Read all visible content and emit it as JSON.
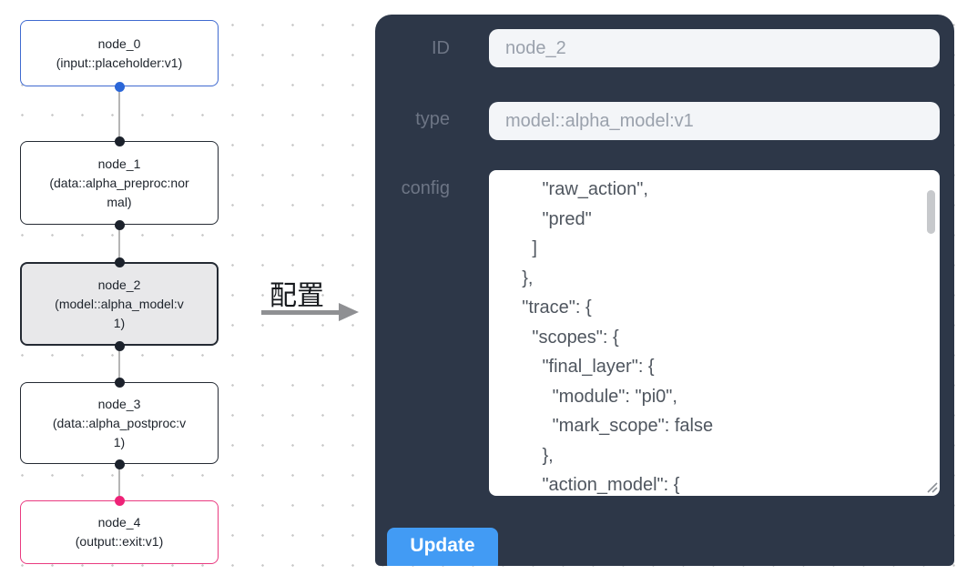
{
  "canvas": {
    "nodes": [
      {
        "label": "node_0",
        "type_label": "(input::placeholder:v1)",
        "variant": "input"
      },
      {
        "label": "node_1",
        "type_label": "(data::alpha_preproc:normal)",
        "variant": "default"
      },
      {
        "label": "node_2",
        "type_label": "(model::alpha_model:v1)",
        "variant": "selected"
      },
      {
        "label": "node_3",
        "type_label": "(data::alpha_postproc:v1)",
        "variant": "default"
      },
      {
        "label": "node_4",
        "type_label": "(output::exit:v1)",
        "variant": "output"
      }
    ],
    "colors": {
      "input_node_border": "#3f6ad0",
      "default_node_border": "#242a33",
      "selected_node_bg": "#e8e8ea",
      "output_node_border": "#e93a80",
      "edge": "#b5b5b5",
      "handle_dark": "#1c222c",
      "handle_blue": "#2a66d8",
      "handle_pink": "#ee2277",
      "grid_dot": "#c7c7c7"
    }
  },
  "annotation": {
    "label": "配置"
  },
  "panel": {
    "bg_color": "#2d3748",
    "fields": [
      {
        "label": "ID",
        "value": "node_2"
      },
      {
        "label": "type",
        "value": "model::alpha_model:v1"
      }
    ],
    "config_label": "config",
    "config_text": "        \"raw_action\",\n        \"pred\"\n      ]\n    },\n    \"trace\": {\n      \"scopes\": {\n        \"final_layer\": {\n          \"module\": \"pi0\",\n          \"mark_scope\": false\n        },\n        \"action_model\": {",
    "update_label": "Update",
    "button_color": "#429bf4"
  }
}
